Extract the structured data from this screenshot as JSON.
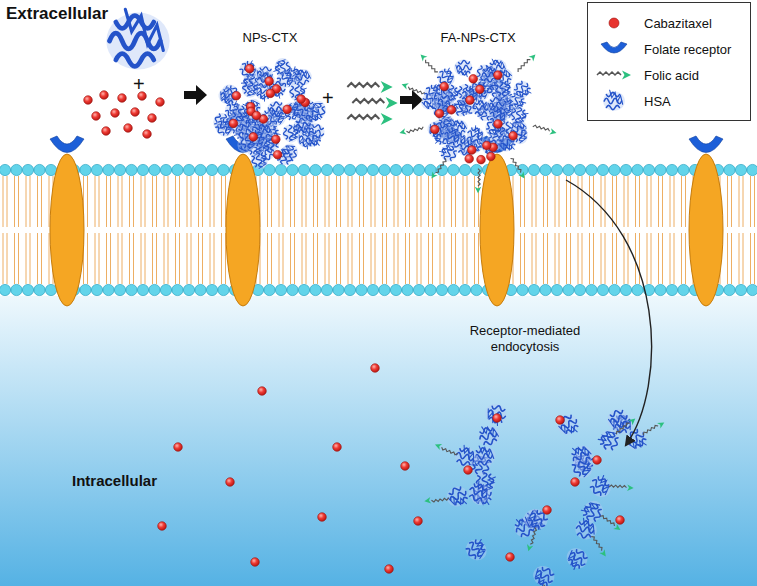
{
  "diagram": {
    "nodes": [
      {
        "text": [
          "NPs-CTX"
        ]
      },
      {
        "text": [
          "FA-NPs-CTX"
        ]
      }
    ],
    "labels": [
      "Extracellular",
      "+",
      "+",
      "Receptor-mediated endocytosis",
      "Intracellular"
    ],
    "legend": [
      {
        "text": "Cabazitaxel",
        "color": "#e8332e"
      },
      {
        "text": "Folate receptor"
      },
      {
        "text": "Folic acid"
      },
      {
        "text": "HSA"
      }
    ]
  }
}
